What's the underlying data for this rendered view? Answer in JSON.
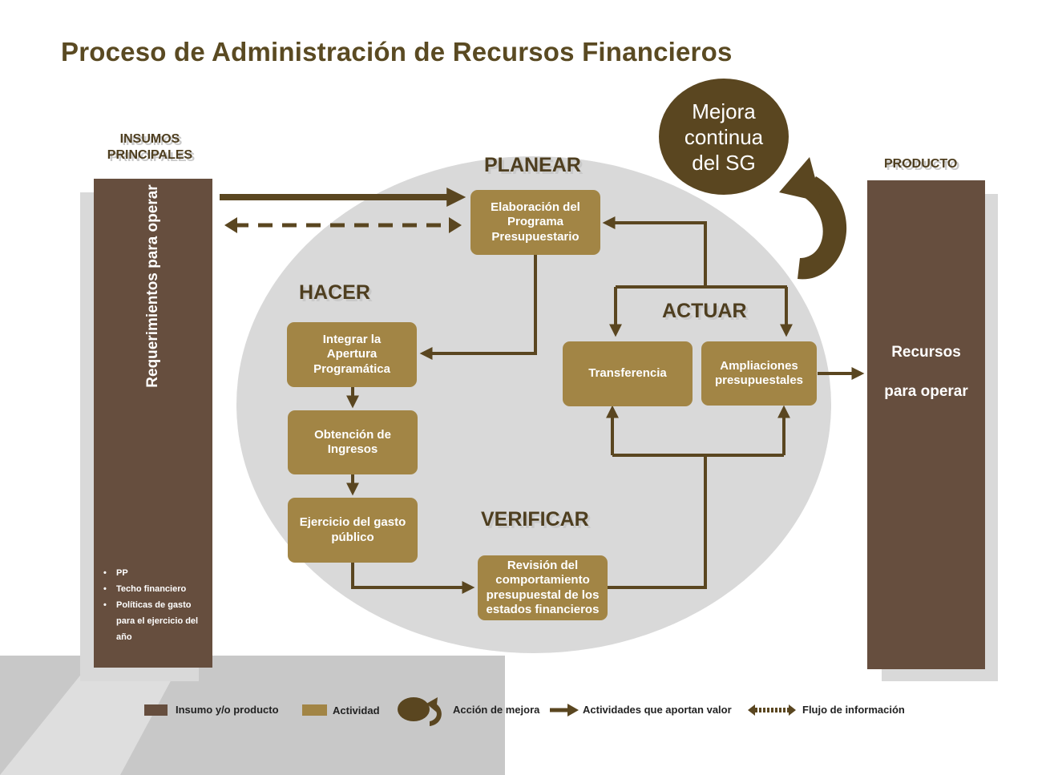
{
  "title": "Proceso de Administración de Recursos Financieros",
  "labels": {
    "insumos": "INSUMOS PRINCIPALES",
    "producto": "PRODUCTO",
    "planear": "PLANEAR",
    "hacer": "HACER",
    "actuar": "ACTUAR",
    "verificar": "VERIFICAR",
    "mejora": "Mejora continua del SG"
  },
  "left_bar": {
    "vertical_text": "Requerimientos para operar",
    "bullets": [
      "PP",
      "Techo financiero",
      "Políticas de gasto para el ejercicio del año"
    ]
  },
  "right_bar": {
    "line1": "Recursos",
    "line2": "para operar"
  },
  "activities": {
    "elaboracion": "Elaboración del Programa Presupuestario",
    "integrar": "Integrar la Apertura Programática",
    "obtencion": "Obtención de Ingresos",
    "ejercicio": "Ejercicio del gasto público",
    "revision": "Revisión del comportamiento presupuestal de los estados financieros",
    "transferencia": "Transferencia",
    "ampliaciones": "Ampliaciones presupuestales"
  },
  "legend": {
    "insumo": "Insumo y/o producto",
    "actividad": "Actividad",
    "accion": "Acción de mejora",
    "valor": "Actividades que aportan valor",
    "flujo": "Flujo de información"
  },
  "colors": {
    "brown": "#664e3e",
    "gold": "#a28545",
    "dark": "#5a4620",
    "ellipse": "#d9d9d9"
  }
}
